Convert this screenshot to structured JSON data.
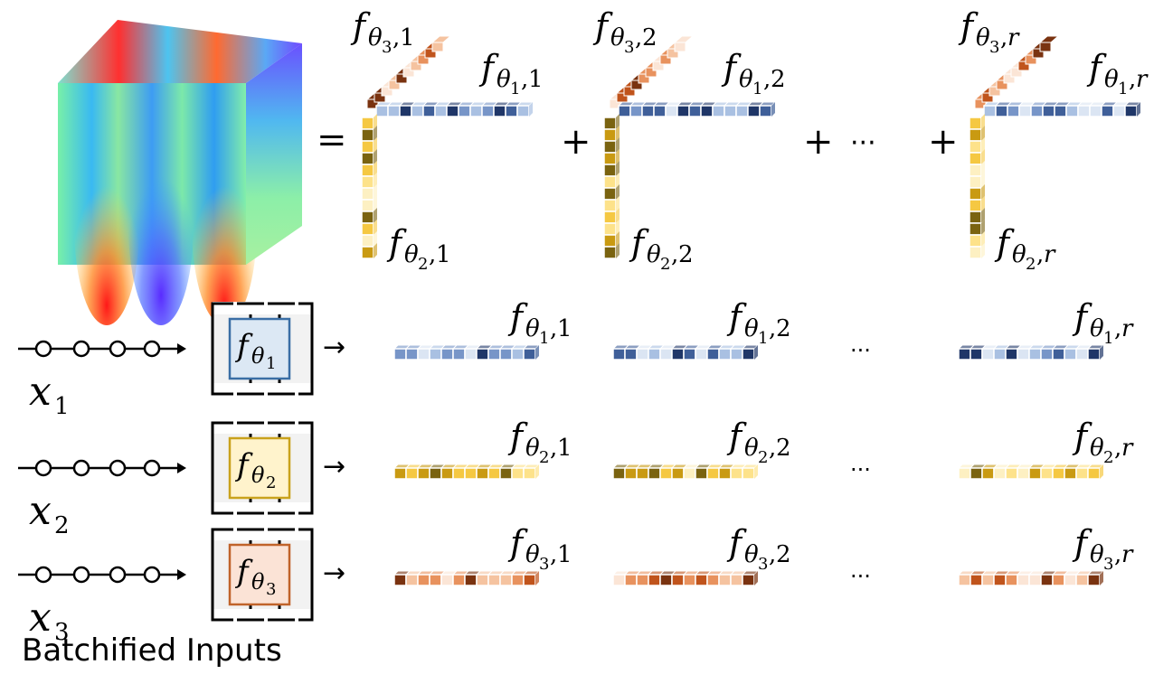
{
  "equation": {
    "equals": "=",
    "plus": "+",
    "ellipsis": "···",
    "terms": [
      {
        "top": [
          "θ",
          "3",
          "1"
        ],
        "right": [
          "θ",
          "1",
          "1"
        ],
        "bottom": [
          "θ",
          "2",
          "1"
        ]
      },
      {
        "top": [
          "θ",
          "3",
          "2"
        ],
        "right": [
          "θ",
          "1",
          "2"
        ],
        "bottom": [
          "θ",
          "2",
          "2"
        ]
      },
      {
        "top": [
          "θ",
          "3",
          "r"
        ],
        "right": [
          "θ",
          "1",
          "r"
        ],
        "bottom": [
          "θ",
          "2",
          "r"
        ]
      }
    ]
  },
  "rows": [
    {
      "input_var": "x",
      "input_sub": "1",
      "net_theta": "θ",
      "net_sub": "1",
      "outputs": [
        [
          "θ",
          "1",
          "1"
        ],
        [
          "θ",
          "1",
          "2"
        ],
        [
          "θ",
          "1",
          "r"
        ]
      ],
      "ellipsis": "···",
      "fill": "#dce8f4",
      "stroke": "#3a6ea5"
    },
    {
      "input_var": "x",
      "input_sub": "2",
      "net_theta": "θ",
      "net_sub": "2",
      "outputs": [
        [
          "θ",
          "2",
          "1"
        ],
        [
          "θ",
          "2",
          "2"
        ],
        [
          "θ",
          "2",
          "r"
        ]
      ],
      "ellipsis": "···",
      "fill": "#fff3cc",
      "stroke": "#c9a21c"
    },
    {
      "input_var": "x",
      "input_sub": "3",
      "net_theta": "θ",
      "net_sub": "3",
      "outputs": [
        [
          "θ",
          "3",
          "1"
        ],
        [
          "θ",
          "3",
          "2"
        ],
        [
          "θ",
          "3",
          "r"
        ]
      ],
      "ellipsis": "···",
      "fill": "#fbe3d6",
      "stroke": "#c0632a"
    }
  ],
  "arrow": "→",
  "footer_label": "Batchified Inputs",
  "colors": {
    "blue": [
      "#dbe5f3",
      "#a9c0e2",
      "#7795c8",
      "#3f5f99",
      "#1f3668"
    ],
    "yellow": [
      "#fdf0c2",
      "#fde28a",
      "#f5c842",
      "#c99a12",
      "#7a6310"
    ],
    "orange": [
      "#fbe5d6",
      "#f5c3a0",
      "#e8925e",
      "#c0541c",
      "#7a3310"
    ]
  }
}
